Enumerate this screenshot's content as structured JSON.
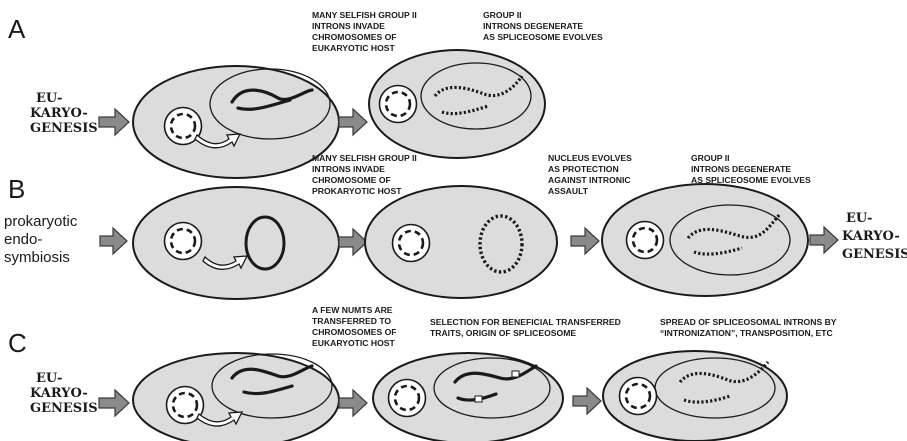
{
  "colors": {
    "cell_fill": "#dcdcdc",
    "outline": "#1a1a1a",
    "arrow_fill": "#8a8a8a"
  },
  "panels": [
    {
      "letter": "A",
      "left_label": [
        "EU-",
        "KARYO-",
        "GENESIS"
      ],
      "captions": [
        [
          "MANY SELFISH GROUP  II",
          "INTRONS INVADE",
          "CHROMOSOMES OF",
          "EUKARYOTIC HOST"
        ],
        [
          "GROUP  II",
          "INTRONS DEGENERATE",
          "AS SPLICEOSOME EVOLVES"
        ]
      ]
    },
    {
      "letter": "B",
      "left_label": [
        "prokaryotic",
        "endo-",
        "symbiosis"
      ],
      "right_label": [
        "EU-",
        "KARYO-",
        "GENESIS"
      ],
      "captions": [
        [
          "MANY SELFISH GROUP  II",
          "INTRONS INVADE",
          "CHROMOSOME OF",
          "PROKARYOTIC HOST"
        ],
        [
          "NUCLEUS EVOLVES",
          "AS PROTECTION",
          "AGAINST INTRONIC",
          "ASSAULT"
        ],
        [
          "GROUP  II",
          "INTRONS DEGENERATE",
          "AS SPLICEOSOME EVOLVES"
        ]
      ]
    },
    {
      "letter": "C",
      "left_label": [
        "EU-",
        "KARYO-",
        "GENESIS"
      ],
      "captions": [
        [
          "A FEW NUMTS ARE",
          "TRANSFERRED TO",
          "CHROMOSOMES OF",
          "EUKARYOTIC HOST"
        ],
        [
          "SELECTION FOR BENEFICIAL TRANSFERRED",
          "TRAITS, ORIGIN OF SPLICEOSOME"
        ],
        [
          "SPREAD OF SPLICEOSOMAL INTRONS BY",
          "“INTRONIZATION”, TRANSPOSITION, ETC"
        ]
      ]
    }
  ]
}
